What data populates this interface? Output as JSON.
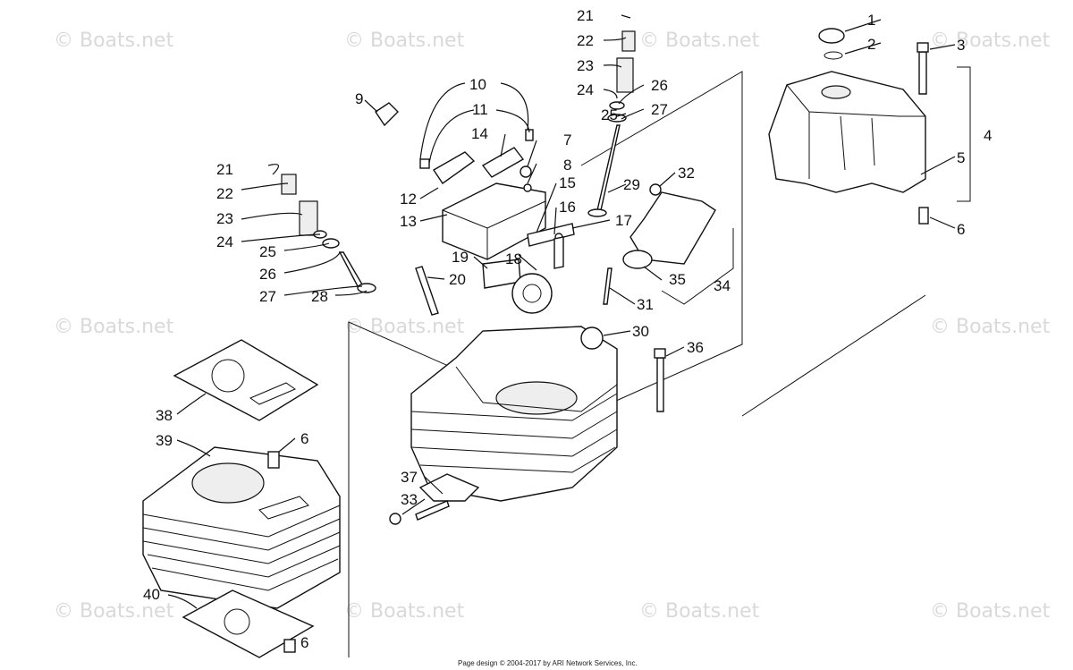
{
  "diagram": {
    "callouts": [
      {
        "id": "c1",
        "label": "1"
      },
      {
        "id": "c2",
        "label": "2"
      },
      {
        "id": "c3",
        "label": "3"
      },
      {
        "id": "c4",
        "label": "4"
      },
      {
        "id": "c5",
        "label": "5"
      },
      {
        "id": "c6a",
        "label": "6"
      },
      {
        "id": "c7",
        "label": "7"
      },
      {
        "id": "c8",
        "label": "8"
      },
      {
        "id": "c9",
        "label": "9"
      },
      {
        "id": "c10",
        "label": "10"
      },
      {
        "id": "c11",
        "label": "11"
      },
      {
        "id": "c12",
        "label": "12"
      },
      {
        "id": "c13",
        "label": "13"
      },
      {
        "id": "c14",
        "label": "14"
      },
      {
        "id": "c15",
        "label": "15"
      },
      {
        "id": "c16",
        "label": "16"
      },
      {
        "id": "c17",
        "label": "17"
      },
      {
        "id": "c18",
        "label": "18"
      },
      {
        "id": "c19",
        "label": "19"
      },
      {
        "id": "c20",
        "label": "20"
      },
      {
        "id": "c21a",
        "label": "21"
      },
      {
        "id": "c22a",
        "label": "22"
      },
      {
        "id": "c23a",
        "label": "23"
      },
      {
        "id": "c24a",
        "label": "24"
      },
      {
        "id": "c25a",
        "label": "25"
      },
      {
        "id": "c26a",
        "label": "26"
      },
      {
        "id": "c27a",
        "label": "27"
      },
      {
        "id": "c21b",
        "label": "21"
      },
      {
        "id": "c22b",
        "label": "22"
      },
      {
        "id": "c23b",
        "label": "23"
      },
      {
        "id": "c24b",
        "label": "24"
      },
      {
        "id": "c25b",
        "label": "25"
      },
      {
        "id": "c26b",
        "label": "26"
      },
      {
        "id": "c27b",
        "label": "27"
      },
      {
        "id": "c28",
        "label": "28"
      },
      {
        "id": "c29",
        "label": "29"
      },
      {
        "id": "c30",
        "label": "30"
      },
      {
        "id": "c31",
        "label": "31"
      },
      {
        "id": "c32",
        "label": "32"
      },
      {
        "id": "c33",
        "label": "33"
      },
      {
        "id": "c34",
        "label": "34"
      },
      {
        "id": "c35",
        "label": "35"
      },
      {
        "id": "c36",
        "label": "36"
      },
      {
        "id": "c37",
        "label": "37"
      },
      {
        "id": "c38",
        "label": "38"
      },
      {
        "id": "c39",
        "label": "39"
      },
      {
        "id": "c40",
        "label": "40"
      },
      {
        "id": "c6b",
        "label": "6"
      },
      {
        "id": "c6c",
        "label": "6"
      }
    ],
    "watermark": "© Boats.net",
    "footer": "Page design © 2004-2017 by ARI Network Services, Inc."
  }
}
